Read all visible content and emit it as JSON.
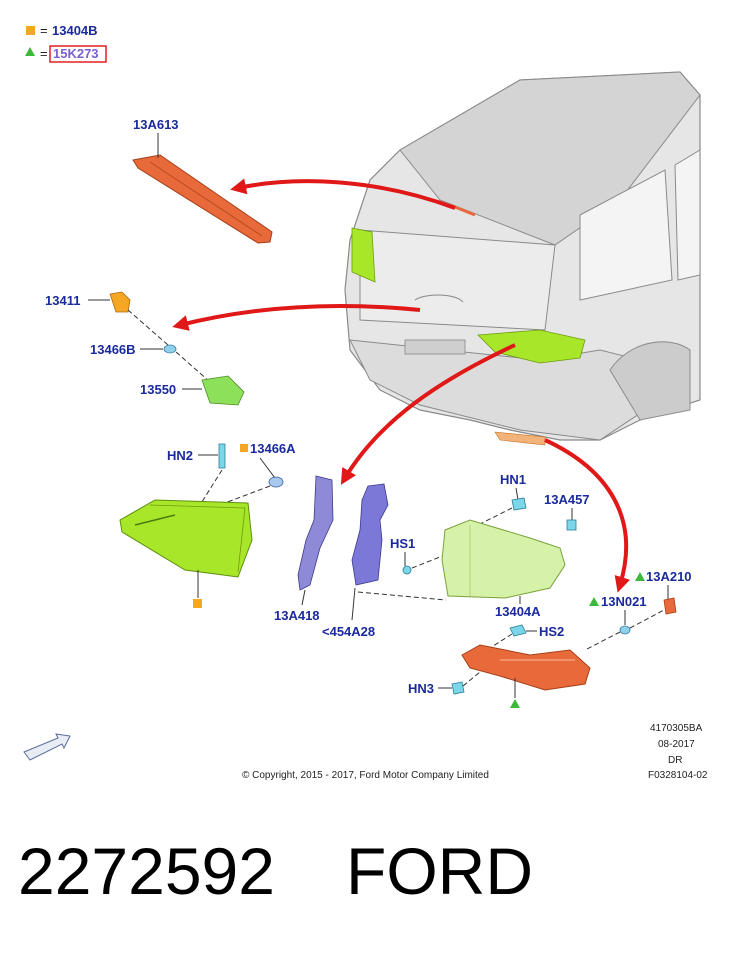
{
  "legend": {
    "square_code": "13404B",
    "triangle_code": "15K273",
    "equals": "="
  },
  "parts": {
    "p13A613": "13A613",
    "p13411": "13411",
    "p13466B": "13466B",
    "p13550": "13550",
    "pHN2": "HN2",
    "p13466A": "13466A",
    "p13A418": "13A418",
    "p454A28": "<454A28",
    "pHN1": "HN1",
    "p13A457": "13A457",
    "pHS1": "HS1",
    "p13404A": "13404A",
    "p13A210": "13A210",
    "p13N021": "13N021",
    "pHS2": "HS2",
    "pHN3": "HN3"
  },
  "footer": {
    "copyright": "© Copyright, 2015 - 2017, Ford Motor Company Limited",
    "ref1": "4170305BA",
    "ref2": "08-2017",
    "ref3": "DR",
    "ref4": "F0328104-02"
  },
  "caption": {
    "number": "2272592",
    "brand": "FORD"
  },
  "colors": {
    "label_blue": "#1a2a9c",
    "legend_square": "#f5a623",
    "legend_triangle": "#3cb83c",
    "highlight_box": "#e02020",
    "arrow_red": "#e01818",
    "lamp_green": "#a8e62a",
    "lamp_orange": "#e86a3a",
    "bracket_blue": "#7b78d8",
    "clip_cyan": "#7ad6e8"
  }
}
